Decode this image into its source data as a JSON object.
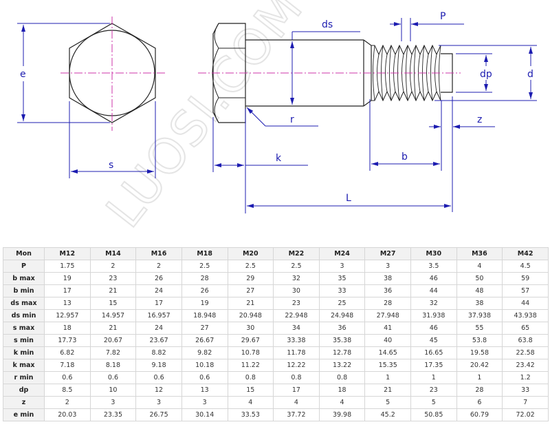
{
  "drawing": {
    "labels": {
      "e": "e",
      "s": "s",
      "ds": "ds",
      "r": "r",
      "k": "k",
      "P": "P",
      "dp": "dp",
      "d": "d",
      "z": "z",
      "b": "b",
      "L": "L"
    },
    "watermark": "LUOSI.COM",
    "colors": {
      "outline": "#222222",
      "dimension": "#1c1cb0",
      "centerline": "#cc33aa"
    }
  },
  "table": {
    "columns": [
      "Mon",
      "M12",
      "M14",
      "M16",
      "M18",
      "M20",
      "M22",
      "M24",
      "M27",
      "M30",
      "M36",
      "M42"
    ],
    "rows": [
      {
        "label": "P",
        "values": [
          "1.75",
          "2",
          "2",
          "2.5",
          "2.5",
          "2.5",
          "3",
          "3",
          "3.5",
          "4",
          "4.5"
        ]
      },
      {
        "label": "b max",
        "values": [
          "19",
          "23",
          "26",
          "28",
          "29",
          "32",
          "35",
          "38",
          "46",
          "50",
          "59"
        ]
      },
      {
        "label": "b min",
        "values": [
          "17",
          "21",
          "24",
          "26",
          "27",
          "30",
          "33",
          "36",
          "44",
          "48",
          "57"
        ]
      },
      {
        "label": "ds max",
        "values": [
          "13",
          "15",
          "17",
          "19",
          "21",
          "23",
          "25",
          "28",
          "32",
          "38",
          "44"
        ]
      },
      {
        "label": "ds min",
        "values": [
          "12.957",
          "14.957",
          "16.957",
          "18.948",
          "20.948",
          "22.948",
          "24.948",
          "27.948",
          "31.938",
          "37.938",
          "43.938"
        ]
      },
      {
        "label": "s max",
        "values": [
          "18",
          "21",
          "24",
          "27",
          "30",
          "34",
          "36",
          "41",
          "46",
          "55",
          "65"
        ]
      },
      {
        "label": "s min",
        "values": [
          "17.73",
          "20.67",
          "23.67",
          "26.67",
          "29.67",
          "33.38",
          "35.38",
          "40",
          "45",
          "53.8",
          "63.8"
        ]
      },
      {
        "label": "k min",
        "values": [
          "6.82",
          "7.82",
          "8.82",
          "9.82",
          "10.78",
          "11.78",
          "12.78",
          "14.65",
          "16.65",
          "19.58",
          "22.58"
        ]
      },
      {
        "label": "k max",
        "values": [
          "7.18",
          "8.18",
          "9.18",
          "10.18",
          "11.22",
          "12.22",
          "13.22",
          "15.35",
          "17.35",
          "20.42",
          "23.42"
        ]
      },
      {
        "label": "r min",
        "values": [
          "0.6",
          "0.6",
          "0.6",
          "0.6",
          "0.8",
          "0.8",
          "0.8",
          "1",
          "1",
          "1",
          "1.2"
        ]
      },
      {
        "label": "dp",
        "values": [
          "8.5",
          "10",
          "12",
          "13",
          "15",
          "17",
          "18",
          "21",
          "23",
          "28",
          "33"
        ]
      },
      {
        "label": "z",
        "values": [
          "2",
          "3",
          "3",
          "3",
          "4",
          "4",
          "4",
          "5",
          "5",
          "6",
          "7"
        ]
      },
      {
        "label": "e min",
        "values": [
          "20.03",
          "23.35",
          "26.75",
          "30.14",
          "33.53",
          "37.72",
          "39.98",
          "45.2",
          "50.85",
          "60.79",
          "72.02"
        ]
      }
    ]
  }
}
